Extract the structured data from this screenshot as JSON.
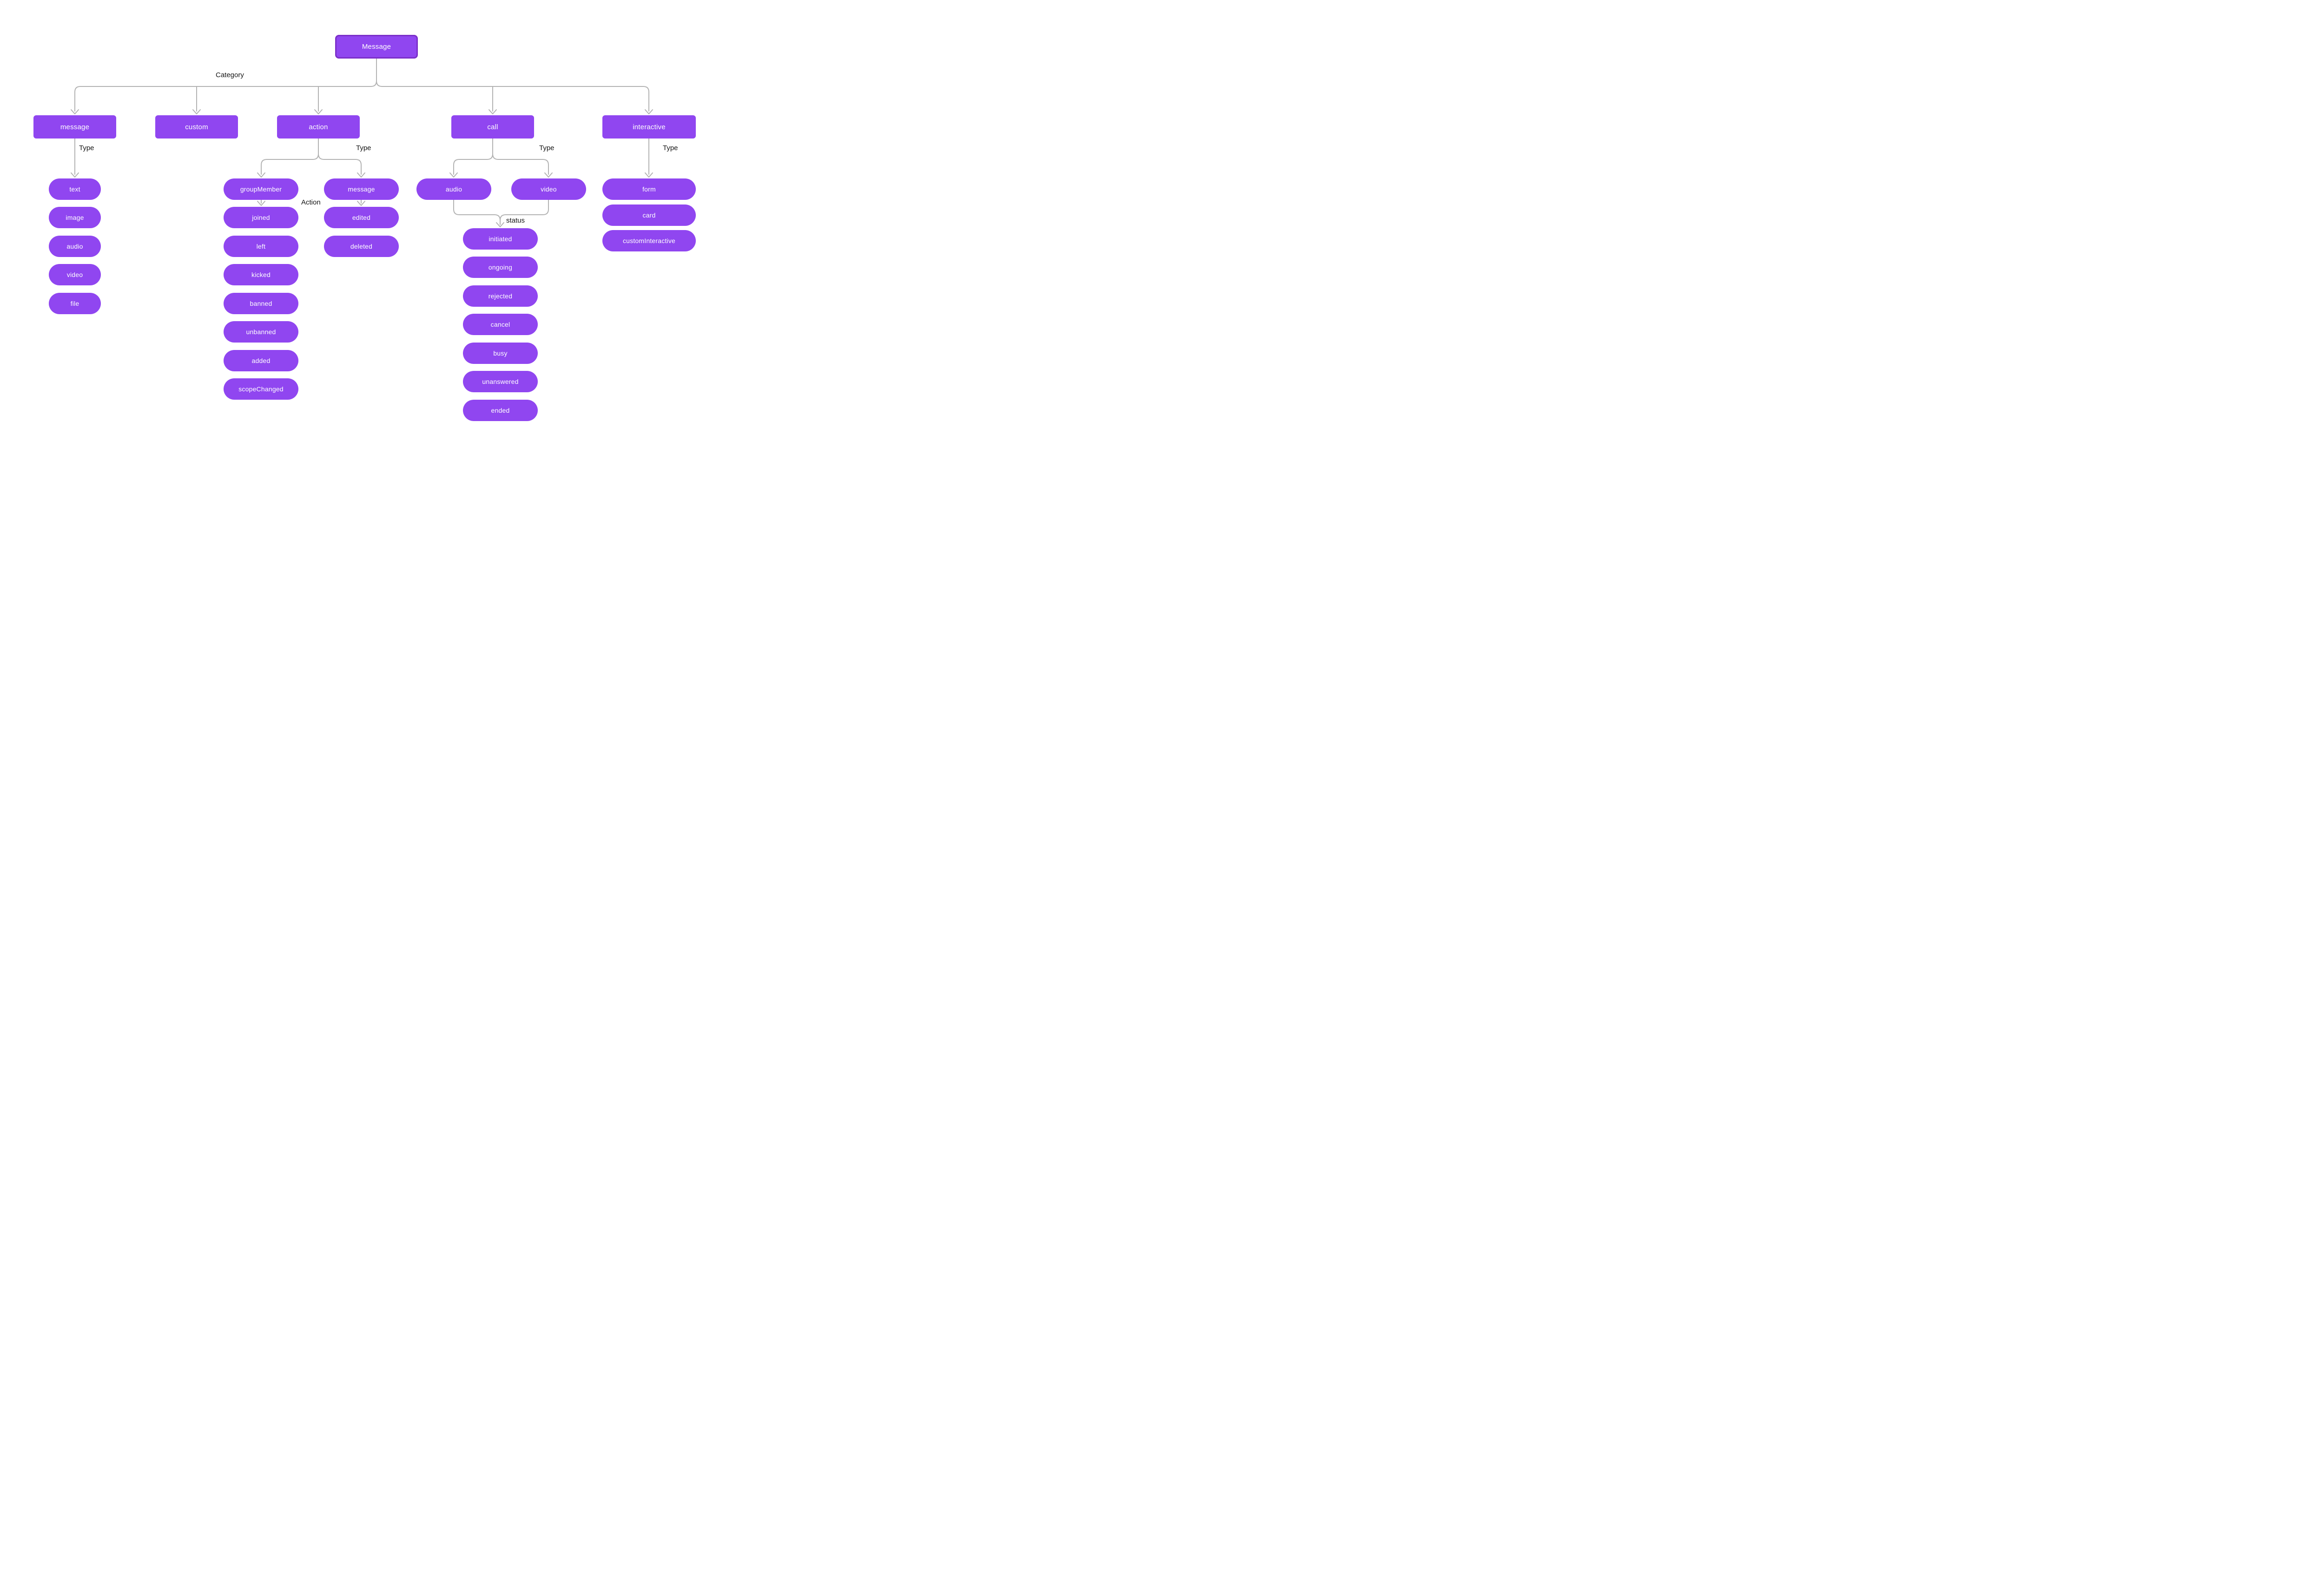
{
  "diagram_title": "Message hierarchy diagram",
  "colors": {
    "node_fill": "#9046F0",
    "root_border": "#7B2FC9",
    "node_text": "#FFFFFF",
    "connector": "#B3B3B3",
    "edge_label_text": "#141414",
    "background": "#FFFFFF"
  },
  "nodes": {
    "root": "Message",
    "categories": [
      "message",
      "custom",
      "action",
      "call",
      "interactive"
    ],
    "message_types": [
      "text",
      "image",
      "audio",
      "video",
      "file"
    ],
    "action_types": [
      "groupMember",
      "message"
    ],
    "group_member_actions": [
      "joined",
      "left",
      "kicked",
      "banned",
      "unbanned",
      "added",
      "scopeChanged"
    ],
    "message_actions": [
      "edited",
      "deleted"
    ],
    "call_types": [
      "audio",
      "video"
    ],
    "call_statuses": [
      "initiated",
      "ongoing",
      "rejected",
      "cancel",
      "busy",
      "unanswered",
      "ended"
    ],
    "interactive_types": [
      "form",
      "card",
      "customInteractive"
    ]
  },
  "edge_labels": {
    "category": "Category",
    "message_type": "Type",
    "action_type": "Type",
    "call_type": "Type",
    "interactive_type": "Type",
    "group_member_action": "Action",
    "call_status": "status"
  }
}
